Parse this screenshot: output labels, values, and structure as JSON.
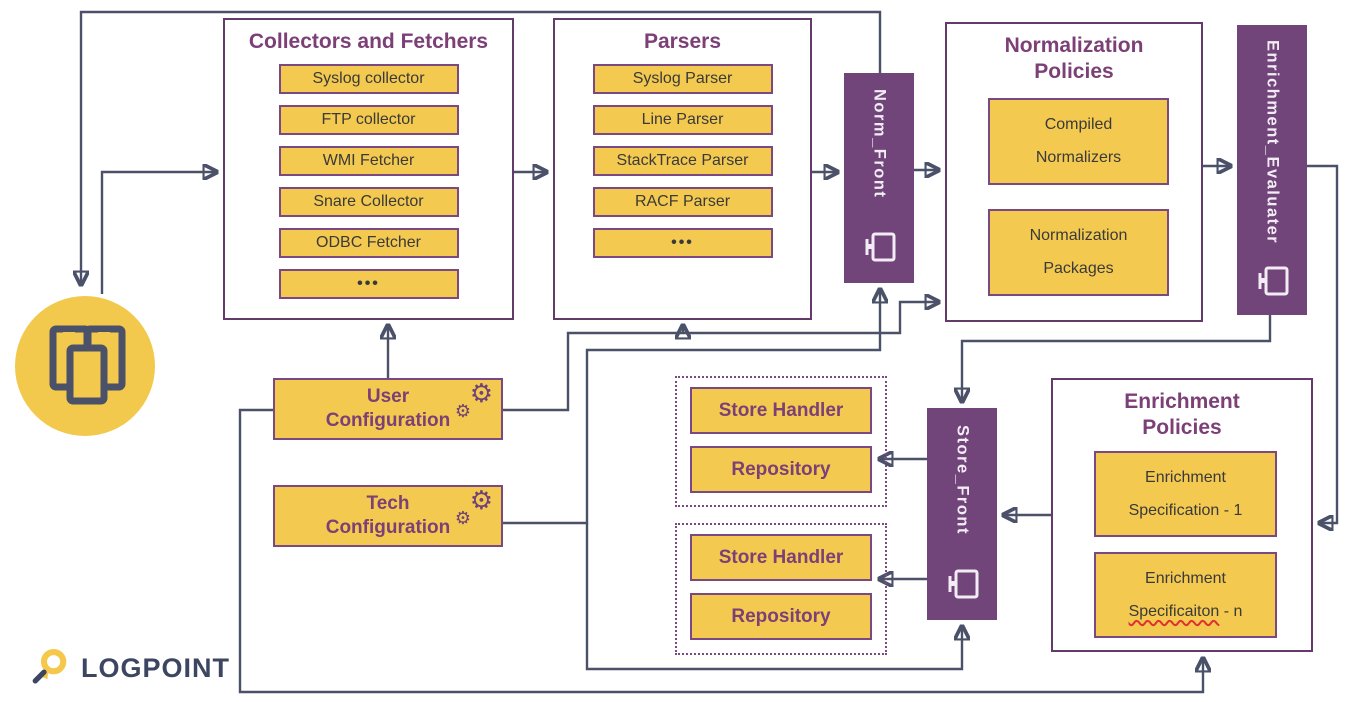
{
  "source": {
    "icon": "devices-icon"
  },
  "collectors": {
    "title": "Collectors and Fetchers",
    "items": [
      "Syslog collector",
      "FTP collector",
      "WMI Fetcher",
      "Snare Collector",
      "ODBC Fetcher",
      "•••"
    ]
  },
  "parsers": {
    "title": "Parsers",
    "items": [
      "Syslog Parser",
      "Line Parser",
      "StackTrace Parser",
      "RACF Parser",
      "•••"
    ]
  },
  "norm_front": {
    "label": "Norm_Front",
    "icon": "monitor-icon"
  },
  "normalization_policies": {
    "title_line1": "Normalization",
    "title_line2": "Policies",
    "box1": {
      "line1": "Compiled",
      "line2": "Normalizers"
    },
    "box2": {
      "line1": "Normalization",
      "line2": "Packages"
    }
  },
  "enrichment_evaluater": {
    "label": "Enrichment_Evaluater",
    "icon": "monitor-icon"
  },
  "user_configuration": {
    "line1": "User",
    "line2": "Configuration",
    "icon": "gears-icon"
  },
  "tech_configuration": {
    "line1": "Tech",
    "line2": "Configuration",
    "icon": "gears-icon"
  },
  "store_group_1": {
    "handler": "Store Handler",
    "repository": "Repository"
  },
  "store_group_2": {
    "handler": "Store Handler",
    "repository": "Repository"
  },
  "store_front": {
    "label": "Store_Front",
    "icon": "monitor-icon"
  },
  "enrichment_policies": {
    "title_line1": "Enrichment",
    "title_line2": "Policies",
    "spec1": {
      "line1": "Enrichment",
      "line2": "Specification - 1"
    },
    "spec2": {
      "line1": "Enrichment",
      "line2_word": "Specificaiton",
      "line2_rest": " - n"
    }
  },
  "logo": {
    "text": "LOGPOINT"
  },
  "colors": {
    "yellow": "#F2C94C",
    "purple_title": "#7C4077",
    "purple_border": "#643A6B",
    "purple_fill": "#71447A",
    "line": "#4A5168",
    "text_dark": "#3A3A3A",
    "squiggle_red": "#E03131",
    "logo_slate": "#3D4661"
  }
}
